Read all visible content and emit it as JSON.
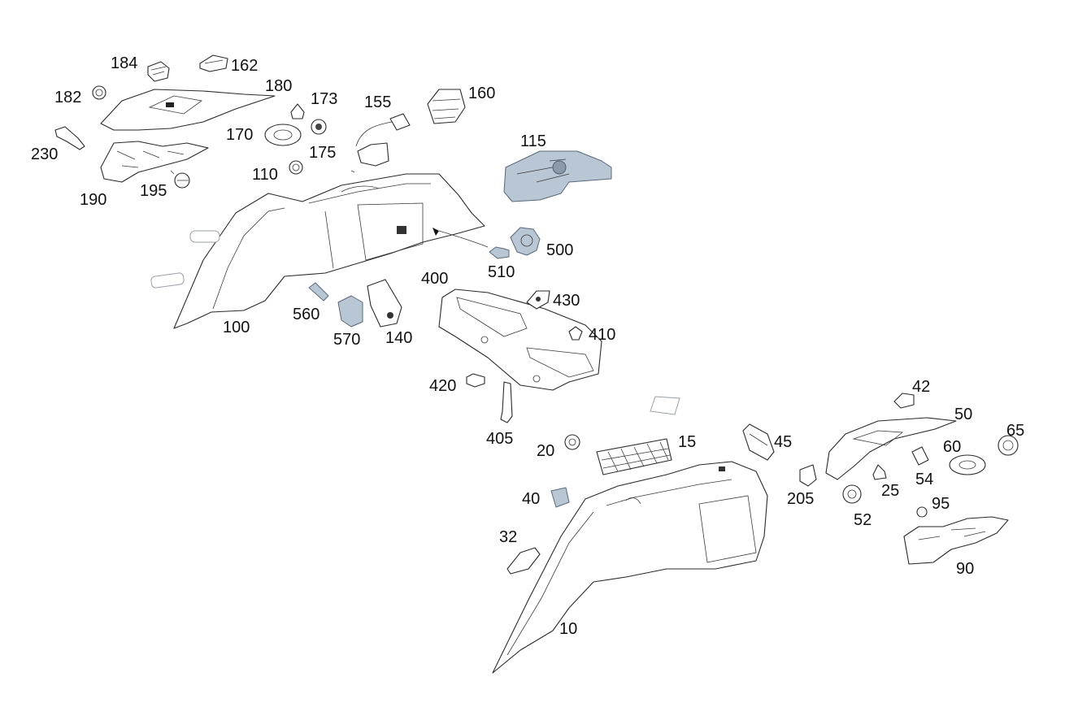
{
  "callouts": {
    "c184": "184",
    "c162": "162",
    "c182": "182",
    "c180": "180",
    "c173": "173",
    "c155": "155",
    "c160": "160",
    "c170": "170",
    "c175": "175",
    "c230": "230",
    "c110": "110",
    "c115": "115",
    "c190": "190",
    "c195": "195",
    "c500": "500",
    "c510": "510",
    "c100": "100",
    "c400": "400",
    "c430": "430",
    "c560": "560",
    "c570": "570",
    "c140": "140",
    "c410": "410",
    "c420": "420",
    "c405": "405",
    "c42": "42",
    "c50": "50",
    "c65": "65",
    "c20": "20",
    "c15": "15",
    "c45": "45",
    "c60": "60",
    "c205": "205",
    "c25": "25",
    "c54": "54",
    "c40": "40",
    "c95": "95",
    "c52": "52",
    "c32": "32",
    "c90": "90",
    "c10": "10"
  },
  "colors": {
    "line_art": "#2a2a2a",
    "highlight_part": "#b9c6d4",
    "ghost_part": "#9aa0a6",
    "label": "#111111"
  }
}
